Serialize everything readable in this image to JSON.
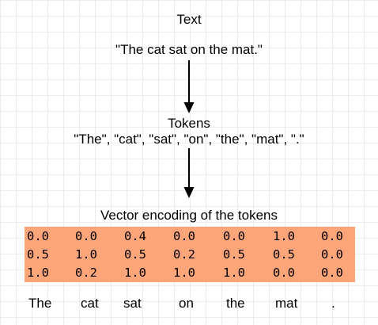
{
  "text_label": "Text",
  "sentence": "\"The cat sat on the mat.\"",
  "tokens_label": "Tokens",
  "tokens_line": "\"The\", \"cat\", \"sat\", \"on\", \"the\", \"mat\", \".\"",
  "vector_label": "Vector encoding of the tokens",
  "matrix_color": "#ffa57a",
  "matrix": [
    [
      "0.0",
      "0.0",
      "0.4",
      "0.0",
      "0.0",
      "1.0",
      "0.0"
    ],
    [
      "0.5",
      "1.0",
      "0.5",
      "0.2",
      "0.5",
      "0.5",
      "0.0"
    ],
    [
      "1.0",
      "0.2",
      "1.0",
      "1.0",
      "1.0",
      "0.0",
      "0.0"
    ]
  ],
  "words": [
    "The",
    "cat",
    "sat",
    "on",
    "the",
    "mat",
    "."
  ]
}
